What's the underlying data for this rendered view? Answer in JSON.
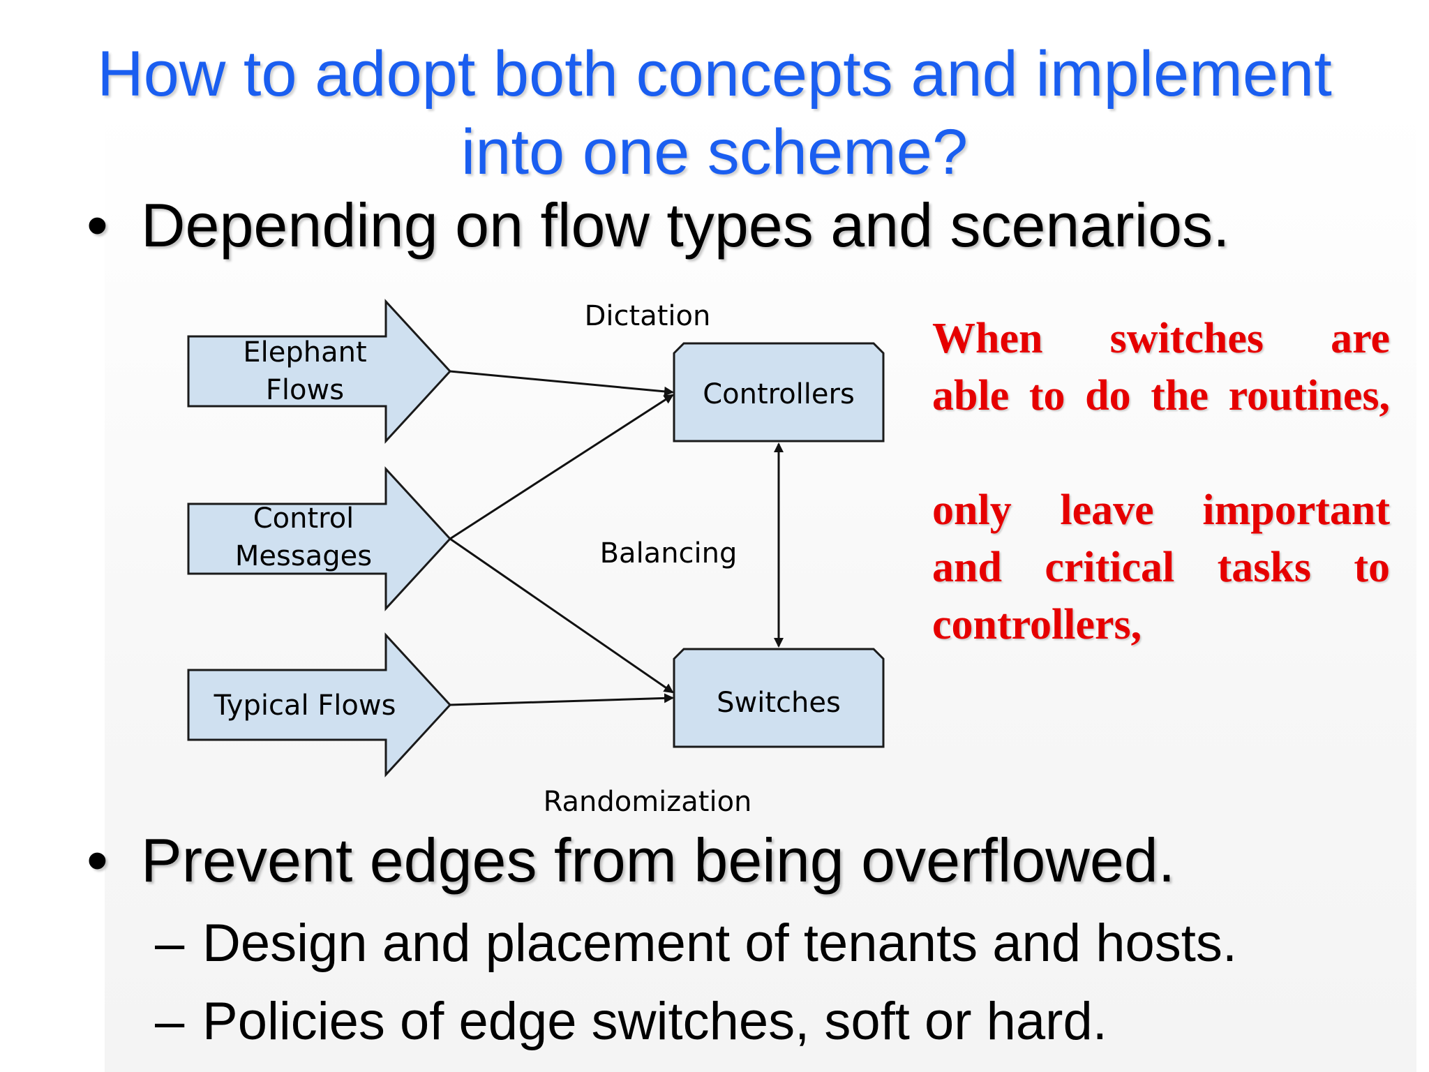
{
  "slide": {
    "title_line1": "How to adopt both concepts and implement",
    "title_line2": "into one scheme?",
    "bullets": [
      {
        "mark": "•",
        "text": "Depending on flow types and scenarios."
      },
      {
        "mark": "•",
        "text": "Prevent edges from being overflowed."
      }
    ],
    "sub_bullets": [
      {
        "mark": "–",
        "text": "Design and placement of tenants and hosts."
      },
      {
        "mark": "–",
        "text": "Policies of edge switches, soft or hard."
      }
    ]
  },
  "diagram": {
    "inputs": {
      "elephant_line1": "Elephant",
      "elephant_line2": "Flows",
      "control_line1": "Control",
      "control_line2": "Messages",
      "typical": "Typical Flows"
    },
    "nodes": {
      "controllers": "Controllers",
      "switches": "Switches"
    },
    "edge_labels": {
      "dictation": "Dictation",
      "balancing": "Balancing",
      "randomization": "Randomization"
    },
    "colors": {
      "box_fill": "#cfe0f0",
      "stroke": "#1a1a1a"
    }
  },
  "note": {
    "line1": "When switches are",
    "line2": "able to do the routines,",
    "line3": "only leave important",
    "line4": "and critical tasks to",
    "line5": "controllers,",
    "color": "#e60000"
  }
}
